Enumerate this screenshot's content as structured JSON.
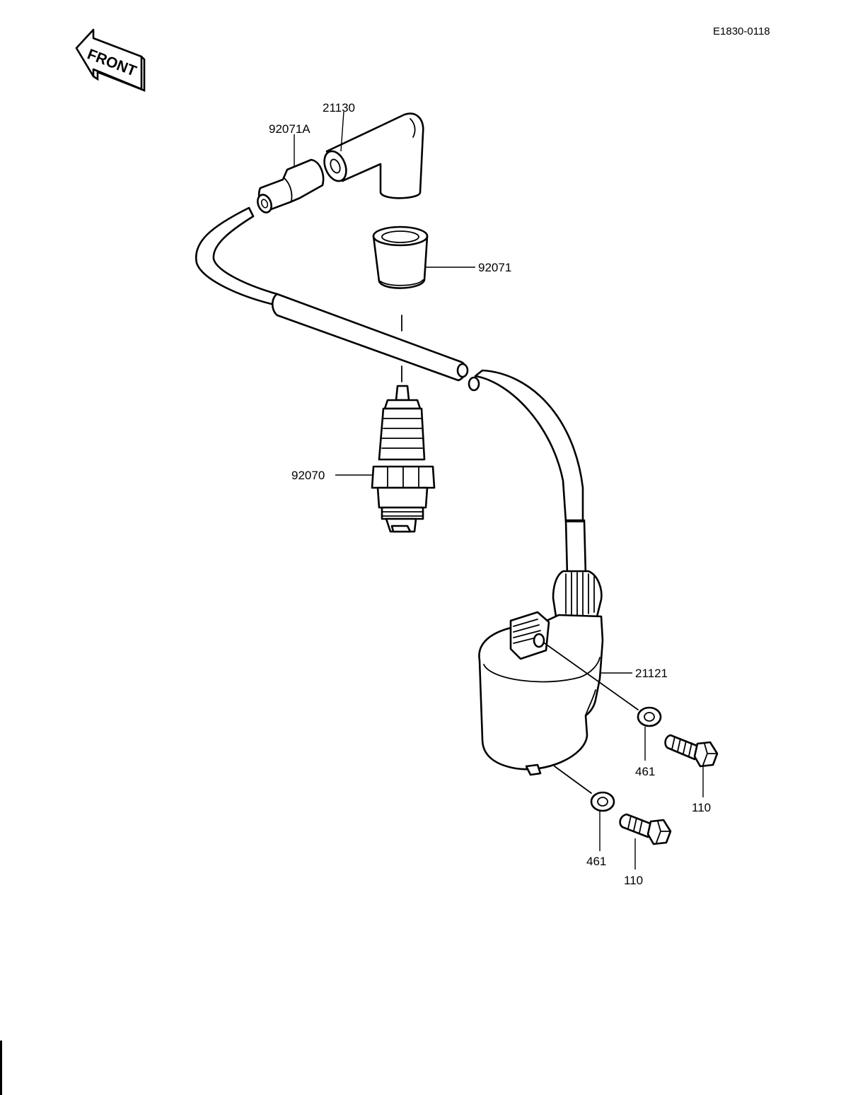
{
  "document_code": "E1830-0118",
  "front_indicator": "FRONT",
  "callouts": {
    "cap_21130": "21130",
    "seal_92071A": "92071A",
    "cap_92071": "92071",
    "spark_plug_92070": "92070",
    "coil_21121": "21121",
    "washer_upper_461": "461",
    "bolt_upper_110": "110",
    "washer_lower_461": "461",
    "bolt_lower_110": "110"
  }
}
